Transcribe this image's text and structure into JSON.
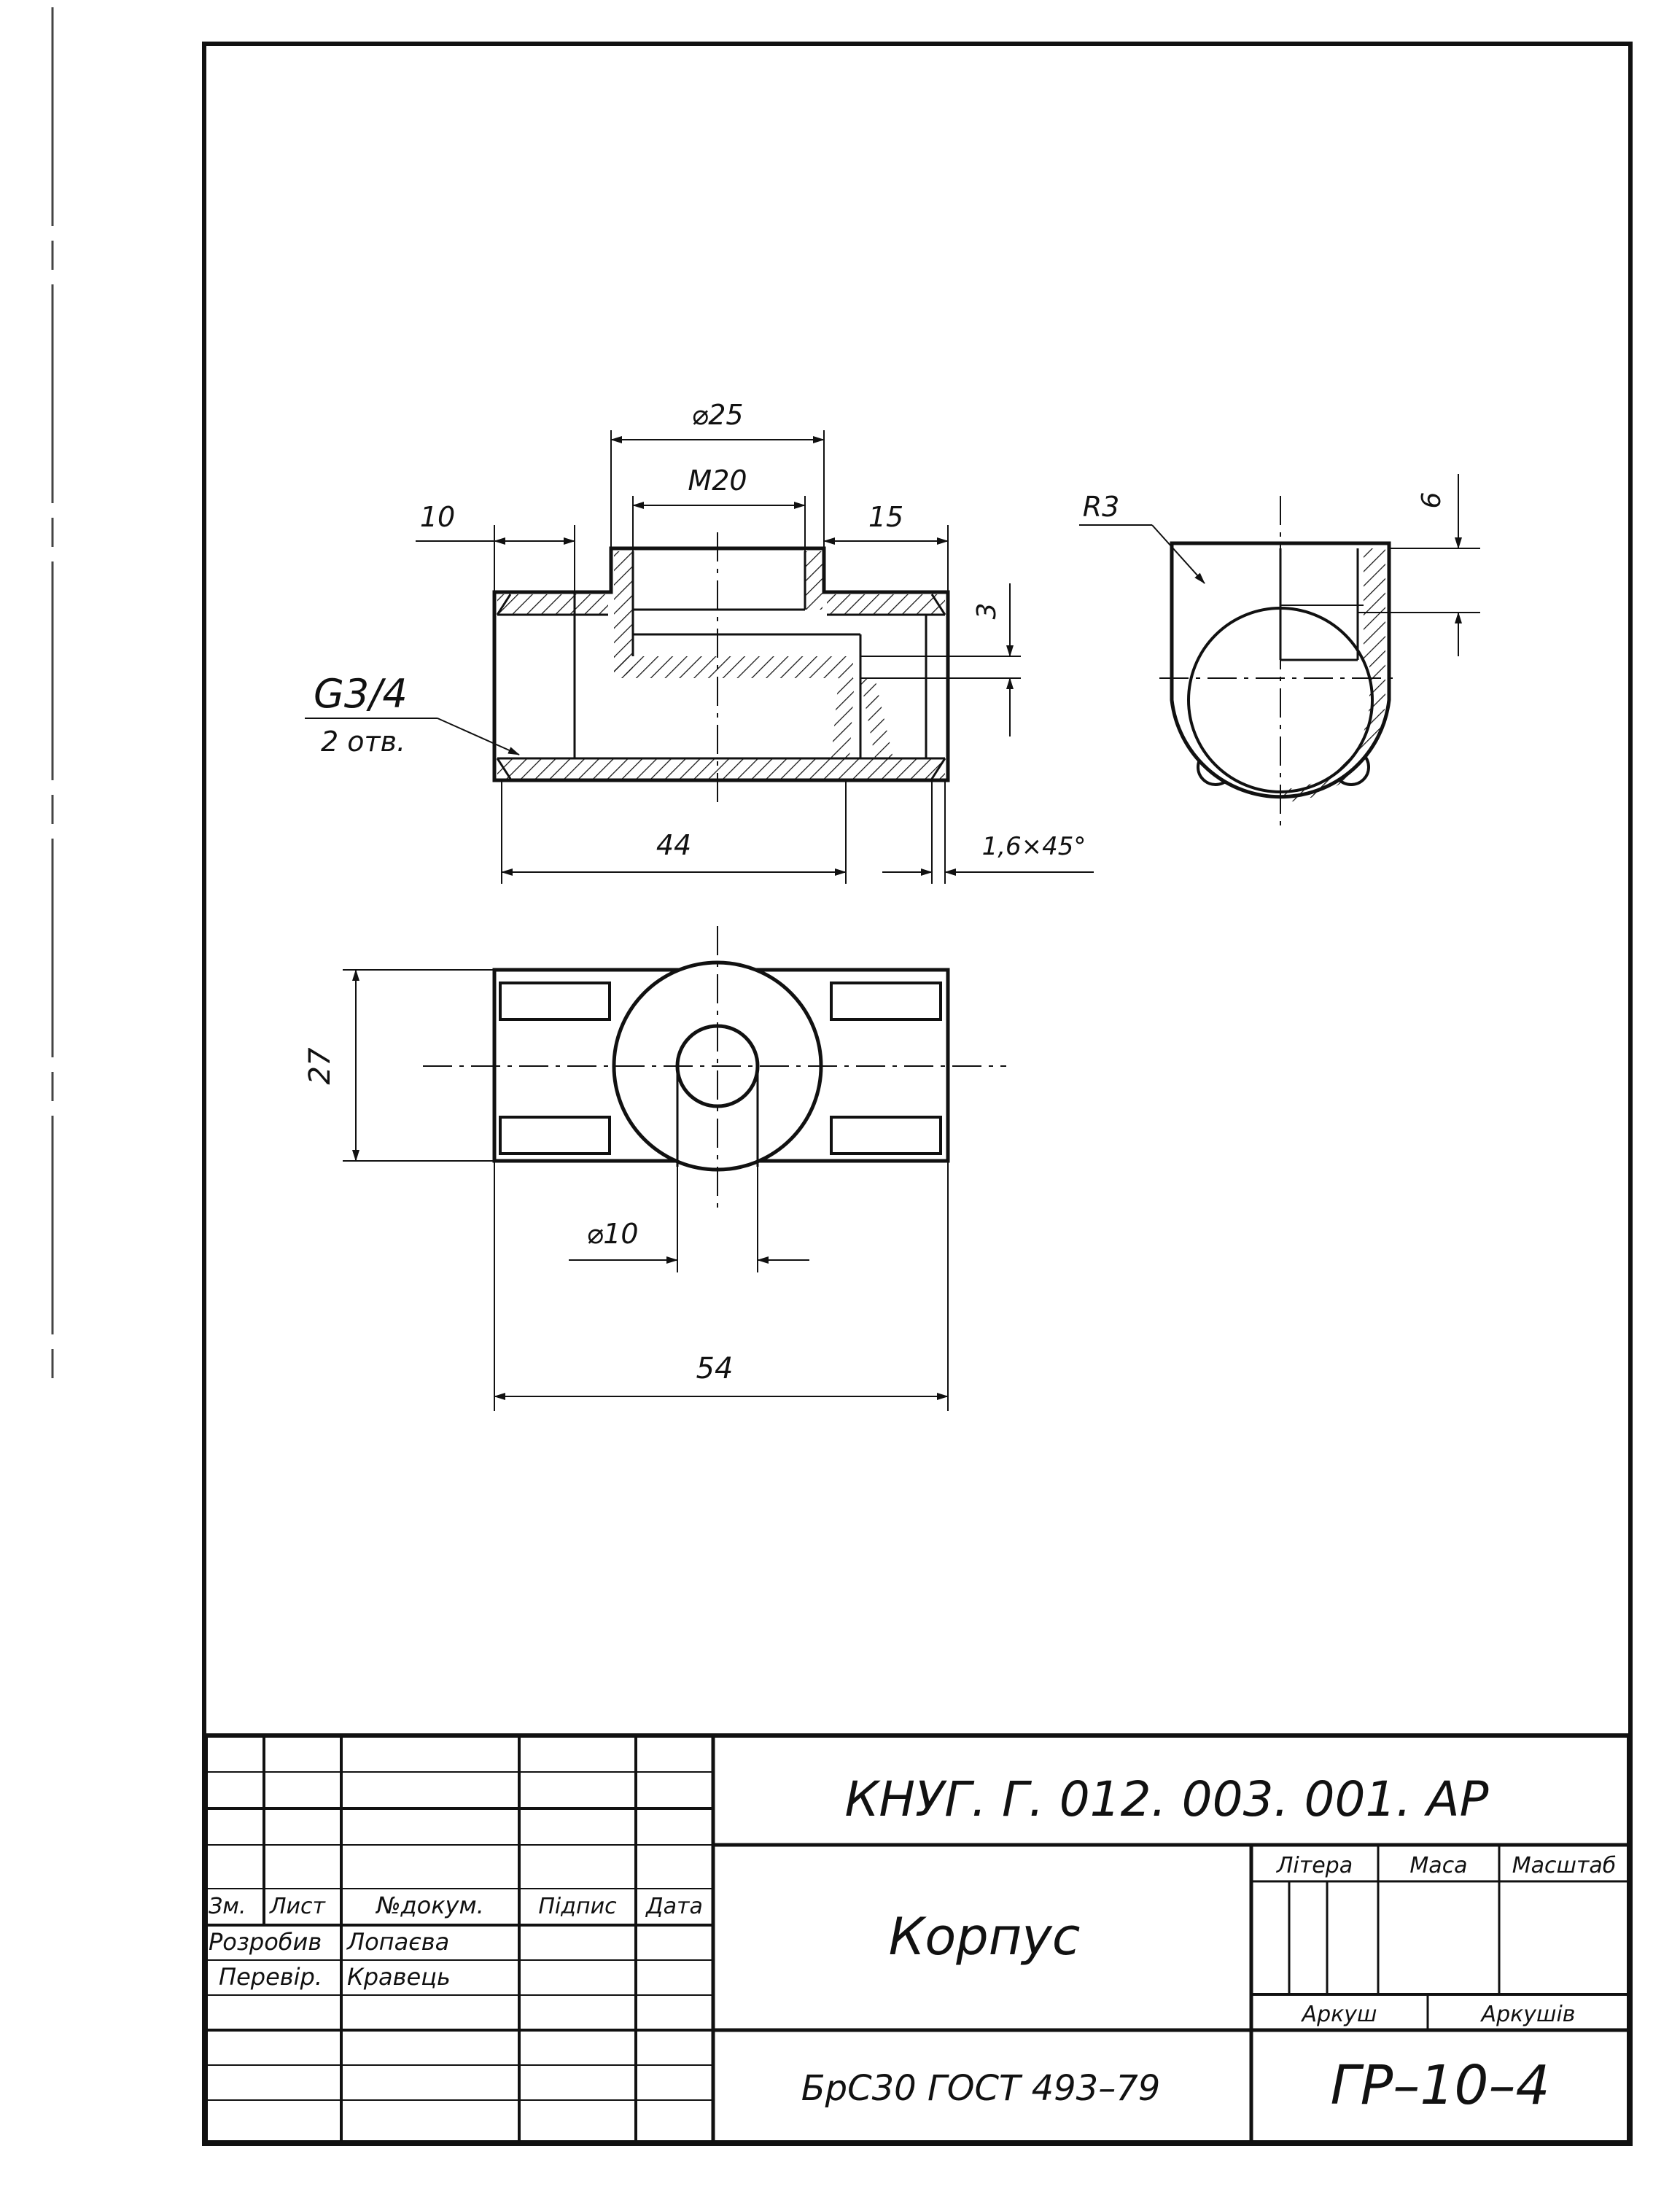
{
  "drawing": {
    "dimensions": {
      "d25": "⌀25",
      "m20": "M20",
      "d10_left": "10",
      "d15": "15",
      "d3": "3",
      "d44": "44",
      "chamfer": "1,6×45°",
      "r3": "R3",
      "d6": "6",
      "d27": "27",
      "phi10": "⌀10",
      "d54": "54"
    },
    "notes": {
      "thread": "G3/4",
      "holes": "2 отв."
    }
  },
  "title_block": {
    "doc_code": "КНУГ. Г. 012. 003. 001. АР",
    "part_name": "Корпус",
    "material": "БрС30 ГОСТ 493–79",
    "sheet_code": "ГР–10–4",
    "headers": {
      "zm": "Зм.",
      "lyst": "Лист",
      "doc_no": "№докум.",
      "pidpys": "Підпис",
      "data": "Дата",
      "litera": "Літера",
      "masa": "Маса",
      "masshtab": "Масштаб",
      "arkush": "Аркуш",
      "arkushiv": "Аркушів"
    },
    "roles": [
      {
        "role": "Розробив",
        "name": "Лопаєва"
      },
      {
        "role": "Перевір.",
        "name": "Кравець"
      }
    ]
  },
  "colors": {
    "ink": "#111111",
    "paper": "#ffffff"
  }
}
